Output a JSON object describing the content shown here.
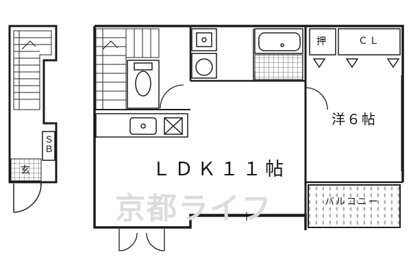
{
  "rooms": {
    "ldk": "ＬＤＫ１１帖",
    "western": "洋６帖",
    "balcony": "バルコニー",
    "closet": "ＣＬ",
    "oshiire": "押",
    "shoe_box": "ＳＢ",
    "entrance": "玄"
  },
  "watermark": "京都ライフ",
  "colors": {
    "line": "#1a1a1a",
    "hatch": "#333333",
    "watermark": "#dcdcdc"
  }
}
